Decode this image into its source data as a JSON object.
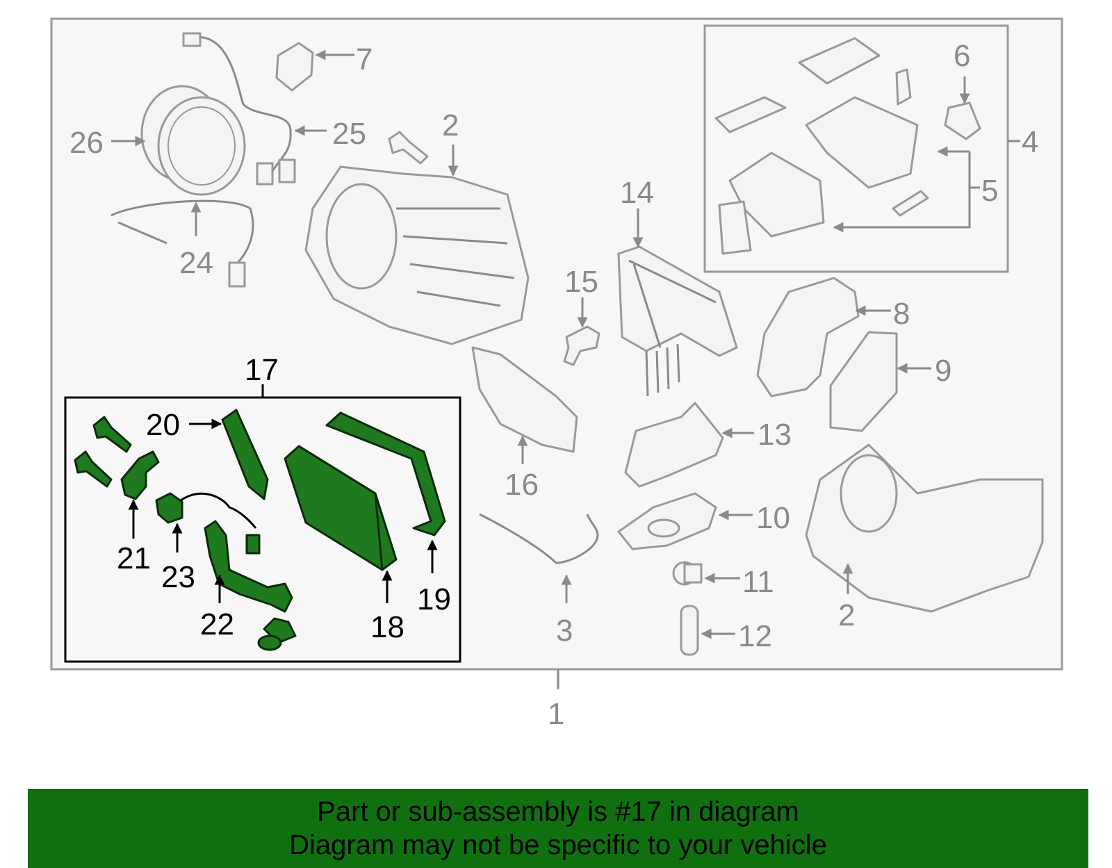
{
  "callouts": {
    "c1": "1",
    "c2a": "2",
    "c2b": "2",
    "c3": "3",
    "c4": "4",
    "c5": "5",
    "c6": "6",
    "c7": "7",
    "c8": "8",
    "c9": "9",
    "c10": "10",
    "c11": "11",
    "c12": "12",
    "c13": "13",
    "c14": "14",
    "c15": "15",
    "c16": "16",
    "c17": "17",
    "c18": "18",
    "c19": "19",
    "c20": "20",
    "c21": "21",
    "c22": "22",
    "c23": "23",
    "c24": "24",
    "c25": "25",
    "c26": "26"
  },
  "banner": {
    "line1": "Part or sub-assembly is #17 in diagram",
    "line2": "Diagram may not be specific to your vehicle"
  },
  "colors": {
    "highlight": "#1f7a1f",
    "banner": "#107010",
    "label_gray": "#8a8a8a",
    "panel_bg": "#f7f7f7"
  }
}
